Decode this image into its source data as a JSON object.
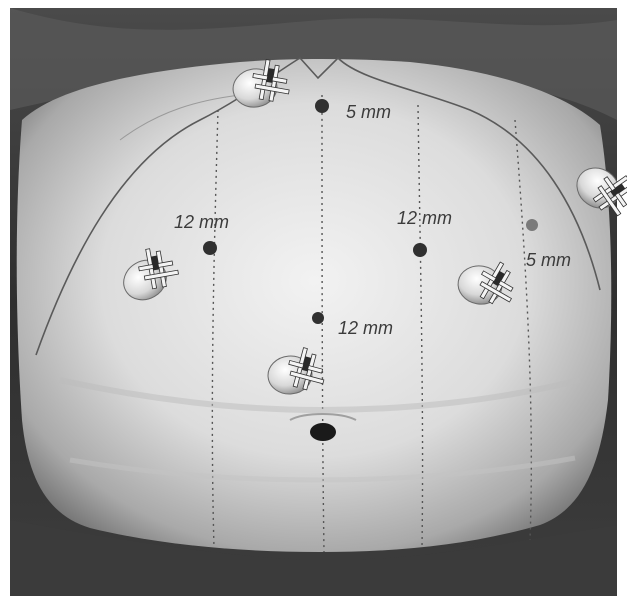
{
  "labels": {
    "port_top": "5 mm",
    "port_left": "12 mm",
    "port_right": "12 mm",
    "port_far_right": "5 mm",
    "port_center": "12 mm"
  },
  "colors": {
    "frame": "#ffffff",
    "drape_dark": "#3a3a3a",
    "skin_light": "#e6e6e6",
    "outline": "#5a5a5a",
    "text": "#3c3c3c"
  },
  "icons": {
    "trocar": "trocar-icon",
    "umbilicus": "umbilicus-icon"
  }
}
